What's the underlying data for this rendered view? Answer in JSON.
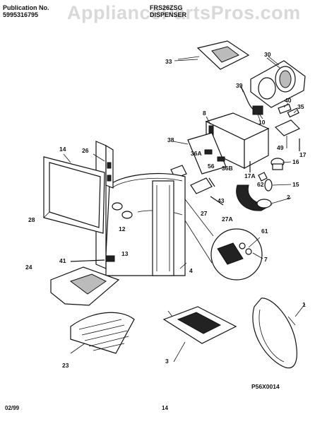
{
  "watermark": "AppliancePartsPros.com",
  "header": {
    "pub_label": "Publication No.",
    "pub_number": "5995316795",
    "model": "FRS26ZSG",
    "section": "DISPENSER"
  },
  "footer": {
    "date": "02/99",
    "page": "14",
    "diagram_code": "P56X0014"
  },
  "callouts": [
    "33",
    "30",
    "39",
    "40",
    "35",
    "8",
    "10",
    "38",
    "36A",
    "56",
    "36B",
    "17A",
    "62",
    "16",
    "17",
    "49",
    "15",
    "14",
    "26",
    "2",
    "27",
    "27A",
    "43",
    "28",
    "12",
    "61",
    "13",
    "7",
    "41",
    "4",
    "24",
    "1",
    "23",
    "3"
  ]
}
